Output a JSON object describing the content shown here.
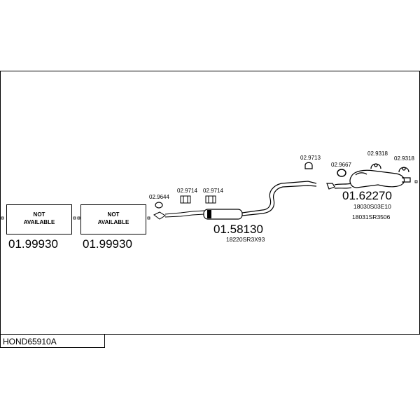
{
  "diagram": {
    "caption": "HOND65910A",
    "not_available_label_line1": "NOT",
    "not_available_label_line2": "AVAILABLE",
    "part_numbers": {
      "box1": "01.99930",
      "box2": "01.99930",
      "middle_silencer": "01.58130",
      "rear_silencer": "01.62270"
    },
    "oem_numbers": {
      "middle_silencer": "18220SR3X93",
      "rear_silencer_1": "18030S03E10",
      "rear_silencer_2": "18031SR3506"
    },
    "small_parts": {
      "gasket": "02.9644",
      "clamp_1": "02.9714",
      "clamp_2": "02.9714",
      "hanger_1": "02.9713",
      "ring": "02.9667",
      "mount_1": "02.9318",
      "mount_2": "02.9318"
    }
  }
}
